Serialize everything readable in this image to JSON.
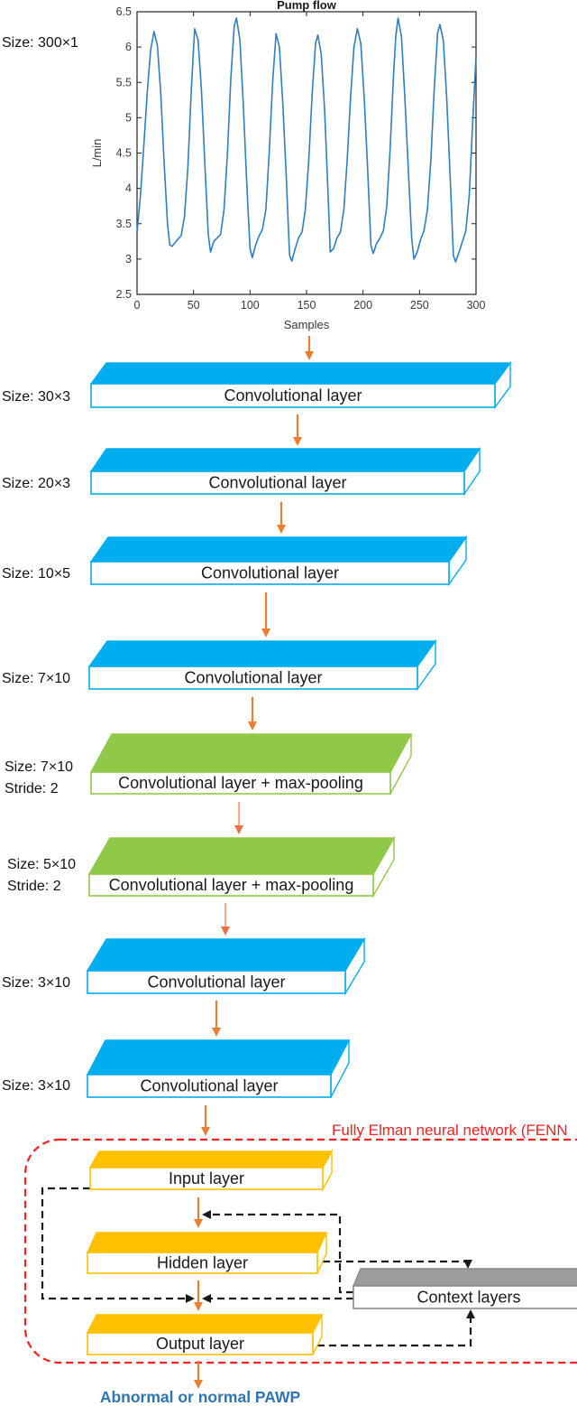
{
  "figure": {
    "input_size_label": "Size: 300×1",
    "fenn_title": "Fully Elman neural network (FENN",
    "final_output_label": "Abnormal or normal PAWP",
    "colors": {
      "conv_blue": "#00AEEF",
      "pool_green": "#90C848",
      "elman_yellow": "#FFC000",
      "context_gray": "#9C9C9C",
      "context_border": "#8A8A8A",
      "arrow_orange": "#ED7D31",
      "arrow_light_shaft": "#F5AD92",
      "arrow_light_head": "#E8714A",
      "fenn_red": "#FF1F1F",
      "final_text_blue": "#2E75B6",
      "connector_black": "#1A1A1A",
      "line_blue": "#2E7FC2"
    }
  },
  "chart_data": {
    "type": "line",
    "title": "Pump flow",
    "xlabel": "Samples",
    "ylabel": "L/min",
    "xlim": [
      0,
      300
    ],
    "ylim": [
      2.5,
      6.5
    ],
    "xticks": [
      0,
      50,
      100,
      150,
      200,
      250,
      300
    ],
    "yticks": [
      2.5,
      3,
      3.5,
      4,
      4.5,
      5,
      5.5,
      6,
      6.5
    ],
    "xtick_labels": [
      "0",
      "50",
      "100",
      "150",
      "200",
      "250",
      "300"
    ],
    "ytick_labels": [
      "2.5",
      "3",
      "3.5",
      "4",
      "4.5",
      "5",
      "5.5",
      "6",
      "6.5"
    ],
    "grid": false,
    "annotation": "Size: 300×1",
    "series": [
      {
        "name": "Pump flow",
        "x": [
          0,
          3,
          6,
          9,
          12,
          15,
          18,
          21,
          24,
          27,
          29,
          31,
          33,
          36,
          39,
          42,
          45,
          48,
          51,
          54,
          57,
          60,
          63,
          65,
          68,
          71,
          74,
          77,
          80,
          83,
          86,
          88,
          91,
          94,
          97,
          100,
          102,
          105,
          108,
          111,
          114,
          117,
          120,
          123,
          126,
          129,
          132,
          135,
          137,
          140,
          143,
          146,
          149,
          152,
          155,
          158,
          160,
          163,
          166,
          169,
          171,
          174,
          177,
          180,
          183,
          186,
          189,
          192,
          195,
          198,
          201,
          204,
          207,
          209,
          212,
          215,
          218,
          221,
          224,
          227,
          229,
          231,
          234,
          237,
          240,
          243,
          245,
          248,
          251,
          254,
          257,
          260,
          263,
          266,
          268,
          271,
          274,
          277,
          280,
          282,
          285,
          288,
          291,
          294,
          297,
          300
        ],
        "y": [
          3.38,
          3.9,
          4.6,
          5.35,
          5.95,
          6.22,
          6.02,
          5.35,
          4.35,
          3.5,
          3.2,
          3.18,
          3.22,
          3.28,
          3.33,
          3.6,
          4.3,
          5.4,
          6.26,
          6.1,
          5.4,
          4.35,
          3.35,
          3.1,
          3.25,
          3.3,
          3.35,
          3.7,
          4.5,
          5.55,
          6.3,
          6.41,
          6.1,
          5.2,
          4.1,
          3.15,
          3.02,
          3.2,
          3.33,
          3.42,
          3.7,
          4.5,
          5.5,
          6.19,
          6.0,
          5.2,
          4.2,
          3.05,
          2.97,
          3.15,
          3.3,
          3.38,
          3.7,
          4.4,
          5.35,
          6.05,
          6.17,
          5.9,
          5.1,
          3.95,
          3.1,
          3.15,
          3.3,
          3.38,
          3.7,
          4.4,
          5.3,
          6.0,
          6.26,
          6.05,
          5.3,
          4.3,
          3.2,
          3.08,
          3.22,
          3.3,
          3.4,
          3.75,
          4.55,
          5.6,
          6.15,
          6.41,
          6.15,
          5.3,
          4.3,
          3.3,
          3.0,
          3.1,
          3.28,
          3.4,
          3.7,
          4.4,
          5.4,
          6.2,
          6.32,
          6.1,
          5.3,
          4.2,
          3.05,
          2.96,
          3.1,
          3.25,
          3.4,
          3.9,
          4.9,
          5.87
        ]
      }
    ]
  },
  "layers": [
    {
      "id": "conv1",
      "label": "Convolutional layer",
      "size_label": "Size: 30×3",
      "stride_label": "",
      "kind": "conv"
    },
    {
      "id": "conv2",
      "label": "Convolutional layer",
      "size_label": "Size: 20×3",
      "stride_label": "",
      "kind": "conv"
    },
    {
      "id": "conv3",
      "label": "Convolutional layer",
      "size_label": "Size: 10×5",
      "stride_label": "",
      "kind": "conv"
    },
    {
      "id": "conv4",
      "label": "Convolutional layer",
      "size_label": "Size: 7×10",
      "stride_label": "",
      "kind": "conv"
    },
    {
      "id": "convpool1",
      "label": "Convolutional layer + max-pooling",
      "size_label": "Size: 7×10",
      "stride_label": "Stride: 2",
      "kind": "conv_pool"
    },
    {
      "id": "convpool2",
      "label": "Convolutional layer + max-pooling",
      "size_label": "Size: 5×10",
      "stride_label": "Stride: 2",
      "kind": "conv_pool"
    },
    {
      "id": "conv5",
      "label": "Convolutional layer",
      "size_label": "Size: 3×10",
      "stride_label": "",
      "kind": "conv"
    },
    {
      "id": "conv6",
      "label": "Convolutional layer",
      "size_label": "Size: 3×10",
      "stride_label": "",
      "kind": "conv"
    },
    {
      "id": "input_layer",
      "label": "Input layer",
      "size_label": "",
      "stride_label": "",
      "kind": "elman"
    },
    {
      "id": "hidden_layer",
      "label": "Hidden layer",
      "size_label": "",
      "stride_label": "",
      "kind": "elman"
    },
    {
      "id": "output_layer",
      "label": "Output layer",
      "size_label": "",
      "stride_label": "",
      "kind": "elman"
    },
    {
      "id": "context_layers",
      "label": "Context layers",
      "size_label": "",
      "stride_label": "",
      "kind": "context"
    }
  ]
}
